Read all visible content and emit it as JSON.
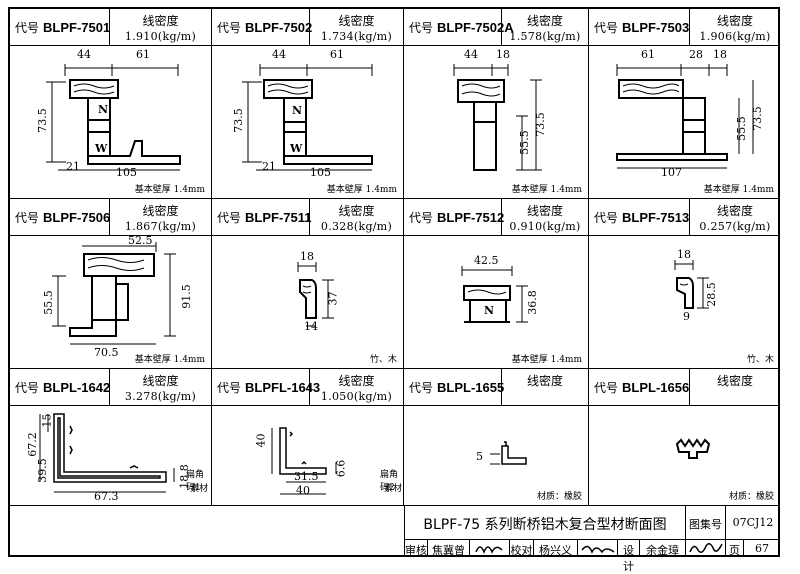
{
  "code_label": "代号",
  "density_label": "线密度",
  "cells": [
    {
      "code": "BLPF-7501",
      "density": "1.910(kg/m)",
      "note": "基本壁厚 1.4mm"
    },
    {
      "code": "BLPF-7502",
      "density": "1.734(kg/m)",
      "note": "基本壁厚 1.4mm"
    },
    {
      "code": "BLPF-7502A",
      "density": "1.578(kg/m)",
      "note": "基本壁厚 1.4mm"
    },
    {
      "code": "BLPF-7503",
      "density": "1.906(kg/m)",
      "note": "基本壁厚 1.4mm"
    },
    {
      "code": "BLPF-7506",
      "density": "1.867(kg/m)",
      "note": "基本壁厚 1.4mm"
    },
    {
      "code": "BLPF-7511",
      "density": "0.328(kg/m)",
      "note": "竹、木"
    },
    {
      "code": "BLPF-7512",
      "density": "0.910(kg/m)",
      "note": "基本壁厚 1.4mm"
    },
    {
      "code": "BLPF-7513",
      "density": "0.257(kg/m)",
      "note": "竹、木"
    },
    {
      "code": "BLPL-1642",
      "density": "3.278(kg/m)",
      "note": "扁角码1",
      "note2": "素材"
    },
    {
      "code": "BLPFL-1643",
      "density": "1.050(kg/m)",
      "note": "扁角码2",
      "note2": "素材"
    },
    {
      "code": "BLPL-1655",
      "density": "",
      "note": "材质：橡胶"
    },
    {
      "code": "BLPL-1656",
      "density": "",
      "note": "材质：橡胶"
    }
  ],
  "dims": {
    "c0": [
      "44",
      "61",
      "73.5",
      "21",
      "105"
    ],
    "c1": [
      "44",
      "61",
      "73.5",
      "21",
      "105"
    ],
    "c2": [
      "44",
      "18",
      "55.5",
      "73.5"
    ],
    "c3": [
      "61",
      "28",
      "18",
      "55.5",
      "73.5",
      "107"
    ],
    "c4": [
      "52.5",
      "55.5",
      "91.5",
      "70.5"
    ],
    "c5": [
      "18",
      "37",
      "14"
    ],
    "c6": [
      "42.5",
      "36.8"
    ],
    "c7": [
      "18",
      "28.5",
      "9"
    ],
    "c8": [
      "67.2",
      "15",
      "39.5",
      "18.8",
      "67.3"
    ],
    "c9": [
      "40",
      "6.6",
      "31.5",
      "40"
    ],
    "c10": [
      "5"
    ],
    "labels": {
      "n": "N",
      "w": "W"
    }
  },
  "title_block": {
    "title": "BLPF-75 系列断桥铝木复合型材断面图",
    "atlas_label": "图集号",
    "atlas_no": "07CJ12",
    "review_label": "审核",
    "reviewer": "焦冀曾",
    "check_label": "校对",
    "checker": "杨兴义",
    "design_label": "设计",
    "designer": "余金璋",
    "page_label": "页",
    "page_no": "67"
  }
}
